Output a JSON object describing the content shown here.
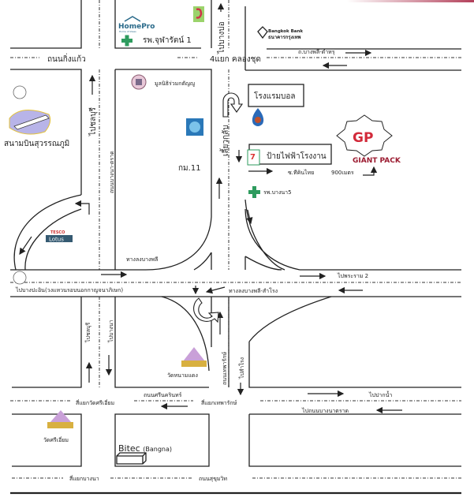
{
  "colors": {
    "road": "#222222",
    "hospital_cross": "#2e9b5e",
    "giant_pack": "#9b1b30",
    "gp_logo": "#d22a3a",
    "bitec": "#111111"
  },
  "landmarks": {
    "homepro": {
      "name": "HomePro",
      "tagline": "Home of Ideas",
      "icon": "homepro-logo"
    },
    "hospital_1": {
      "label": "รพ.จุฬารัตน์ 1",
      "icon": "hospital-cross-icon"
    },
    "bangkok_bank": {
      "en": "Bangkok Bank",
      "th": "ธนาคารกรุงเทพ",
      "icon": "bangkok-bank-logo"
    },
    "foundation": {
      "label": "มูลนิธิร่วมกตัญญู",
      "icon": "foundation-logo"
    },
    "hotel": {
      "label": "โรงแรมบอล"
    },
    "airport": {
      "label": "สนามบินสุวรรณภูมิ",
      "icon": "airplane-icon"
    },
    "factory_sign": {
      "label": "ป้ายไฟฟ้าโรงงาน",
      "icon": "seven-eleven-logo"
    },
    "giant_pack": {
      "logo": "GP",
      "label": "GIANT PACK"
    },
    "km": {
      "label": "กม.11"
    },
    "soi": {
      "label": "ซ.ทีคินไทย",
      "distance": "900เมตร"
    },
    "hospital_2": {
      "label": "รพ.บางนา5",
      "icon": "hospital-cross-icon"
    },
    "tesco": {
      "brand": "TESCO",
      "name": "Lotus"
    },
    "wat_nam_daeng": {
      "label": "วัดหนามแดง",
      "icon": "temple-icon"
    },
    "wat_sri_iam": {
      "label": "วัดศรีเอี่ยม",
      "icon": "temple-icon"
    },
    "bitec": {
      "label": "Bitec",
      "sub": "(Bangna)"
    }
  },
  "roads": {
    "to_bang_bo": "ไปบางบ่อ",
    "bang_phli_tamru": "ถ.บางพลี-ตำหรุ",
    "king_kaew": "ถนนกิ่งแก้ว",
    "khlong_chut": "4แยก คลองชุด",
    "to_chonburi_top": "ไปชลบุรี",
    "bangna_trad": "ถนนบางนา-ตราด",
    "u_turn": "เลี้ยวกลับ",
    "exit_bang_phli": "ทางลงบางพลี",
    "to_rama2": "ไปพระราม 2",
    "to_bang_pa_in": "ไปบางปะอิน(วงแหวนรอบนอกกาญจนาภิเษก)",
    "exit_bang_phli_samrong": "ทางลงบางพลี-สำโรง",
    "to_chonburi_bottom": "ไปชลบุรี",
    "to_bangna": "ไปบางนา",
    "theparak": "ถนนเทพารักษ์",
    "to_samrong": "ไปสำโรง",
    "srinakarin": "ถนนศรีนครินทร์",
    "wat_sri_iam_junction": "สี่แยกวัดศรีเอี่ยม",
    "theparak_junction": "สี่แยกเทพารักษ์",
    "to_paknam": "ไปปากน้ำ",
    "to_bangna_trad_road": "ไปถนนบางนาตราด",
    "bangna_junction": "สี่แยกบางนา",
    "sukhumvit": "ถนนสุขุมวิท"
  }
}
